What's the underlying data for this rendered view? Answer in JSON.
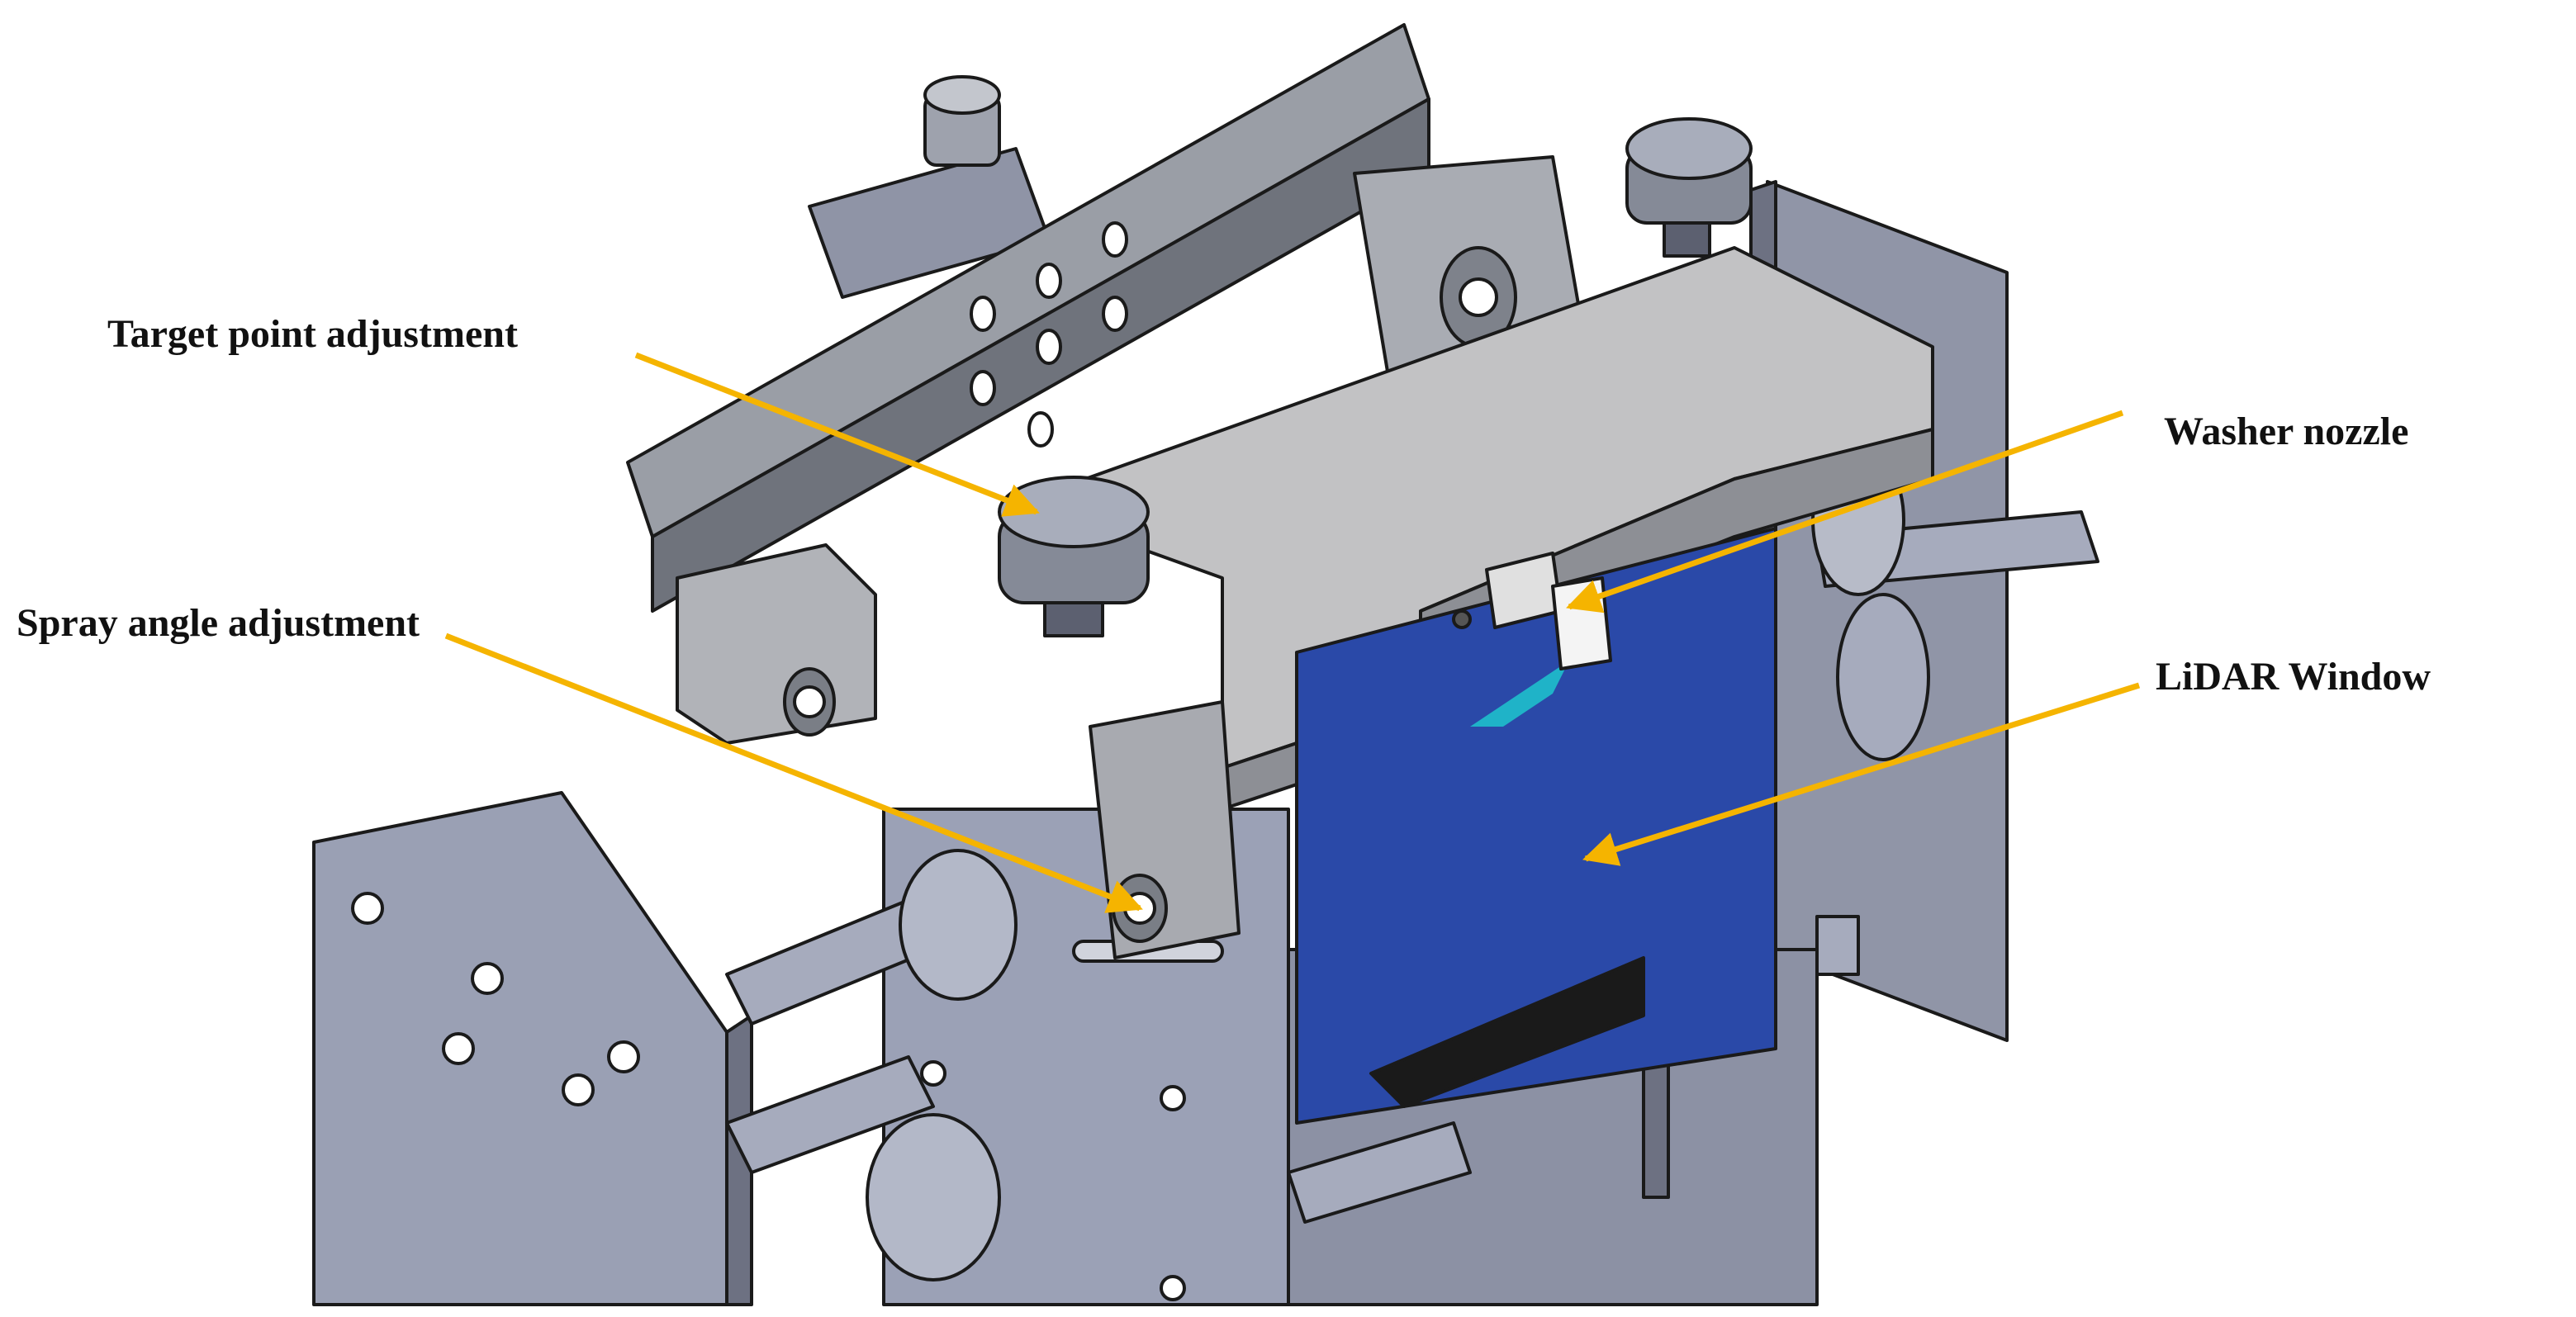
{
  "callouts": [
    {
      "id": "target-point",
      "label": "Target point adjustment"
    },
    {
      "id": "spray-angle",
      "label": "Spray angle adjustment"
    },
    {
      "id": "washer-nozzle",
      "label": "Washer nozzle"
    },
    {
      "id": "lidar-window",
      "label": "LiDAR Window"
    }
  ],
  "colors": {
    "arrow": "#f5b400",
    "metal_light": "#b8b8bc",
    "metal_frame": "#8f94a6",
    "metal_dark": "#5c6070",
    "lidar_window": "#2a49a8",
    "lidar_highlight": "#1fb3c8",
    "outline": "#1a1a1a"
  },
  "icons": [
    "adjustment-knob-icon",
    "nozzle-icon"
  ]
}
